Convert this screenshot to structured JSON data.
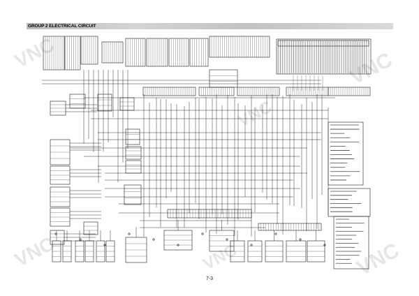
{
  "header": {
    "title": "GROUP 2 ELECTRICAL CIRCUIT",
    "bar_color": "#c8c8c8"
  },
  "page": {
    "number": "7-3"
  },
  "watermarks": [
    "VNC",
    "VNC",
    "VNC",
    "VNC",
    "VNC",
    "VNC"
  ],
  "colors": {
    "line": "#1a1a1a",
    "background": "#ffffff",
    "watermark": "#d0d0d0"
  }
}
